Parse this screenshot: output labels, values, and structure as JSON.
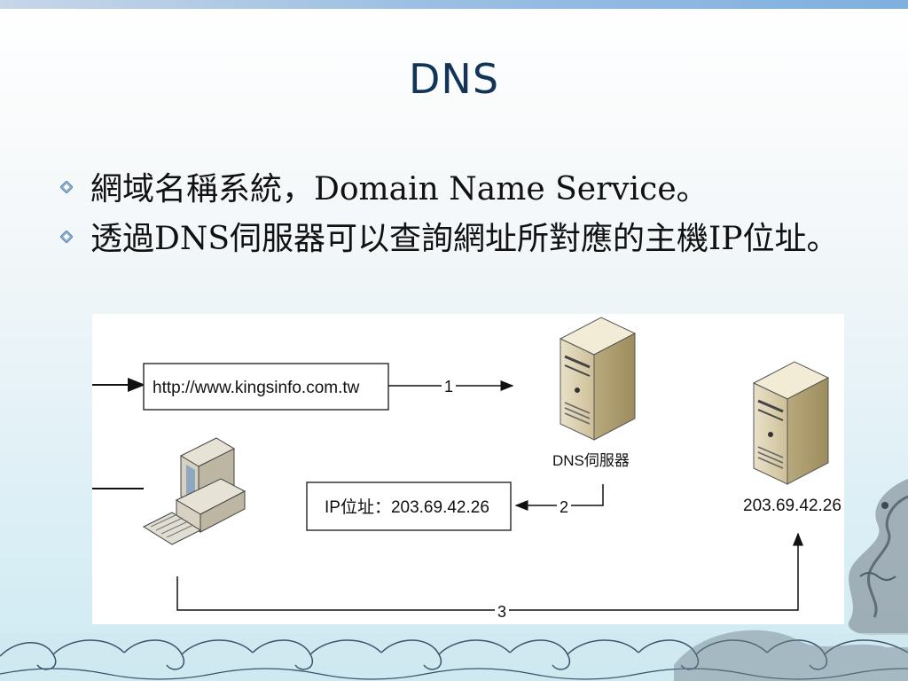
{
  "slide": {
    "title": "DNS",
    "bullets": [
      {
        "text": "網域名稱系統，Domain Name Service。"
      },
      {
        "text": "透過DNS伺服器可以查詢網址所對應的主機IP位址。"
      }
    ]
  },
  "diagram": {
    "url_box": "http://www.kingsinfo.com.tw",
    "dns_server_label": "DNS伺服器",
    "ip_box": "IP位址：203.69.42.26",
    "host_ip_label": "203.69.42.26",
    "step1": "1",
    "step2": "2",
    "step3": "3"
  },
  "colors": {
    "title": "#123457",
    "background_top": "#ffffff",
    "background_bottom": "#cfeaf3"
  }
}
